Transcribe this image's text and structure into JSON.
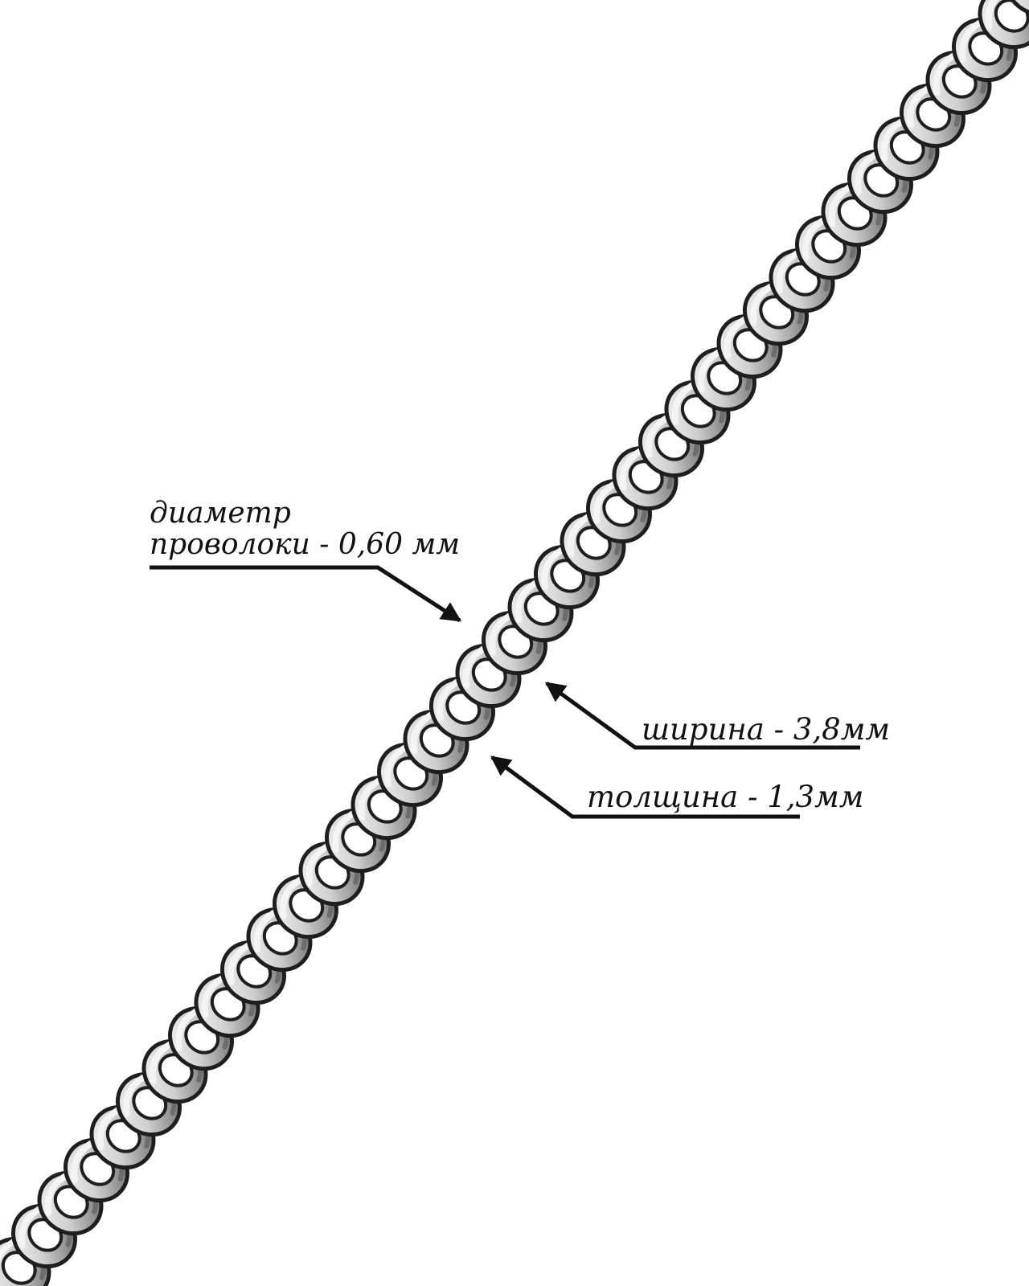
{
  "annotations": {
    "wire_diameter": {
      "line1": "диаметр",
      "line2": "проволоки - 0,60 мм"
    },
    "width": {
      "text": "ширина - 3,8мм"
    },
    "thickness": {
      "text": "толщина - 1,3мм"
    }
  },
  "colors": {
    "background": "#ffffff",
    "ink": "#111111",
    "metal_dark": "#1e1e1e",
    "metal_mid": "#6d6d6d",
    "metal_light": "#f4f4f4"
  },
  "icons": {
    "pointer": "arrow-icon"
  }
}
